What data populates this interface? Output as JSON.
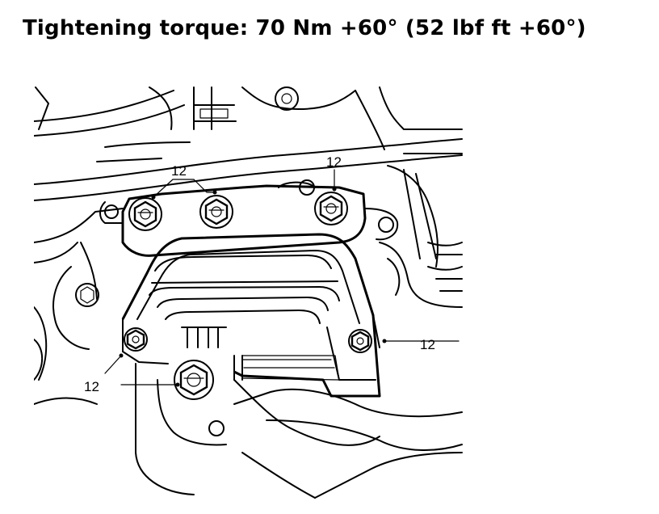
{
  "title": "Tightening torque: 70 Nm +60° (52 lbf ft +60°)",
  "callouts": {
    "top_left": "12",
    "top_right": "12",
    "right": "12",
    "bottom_left": "12"
  }
}
